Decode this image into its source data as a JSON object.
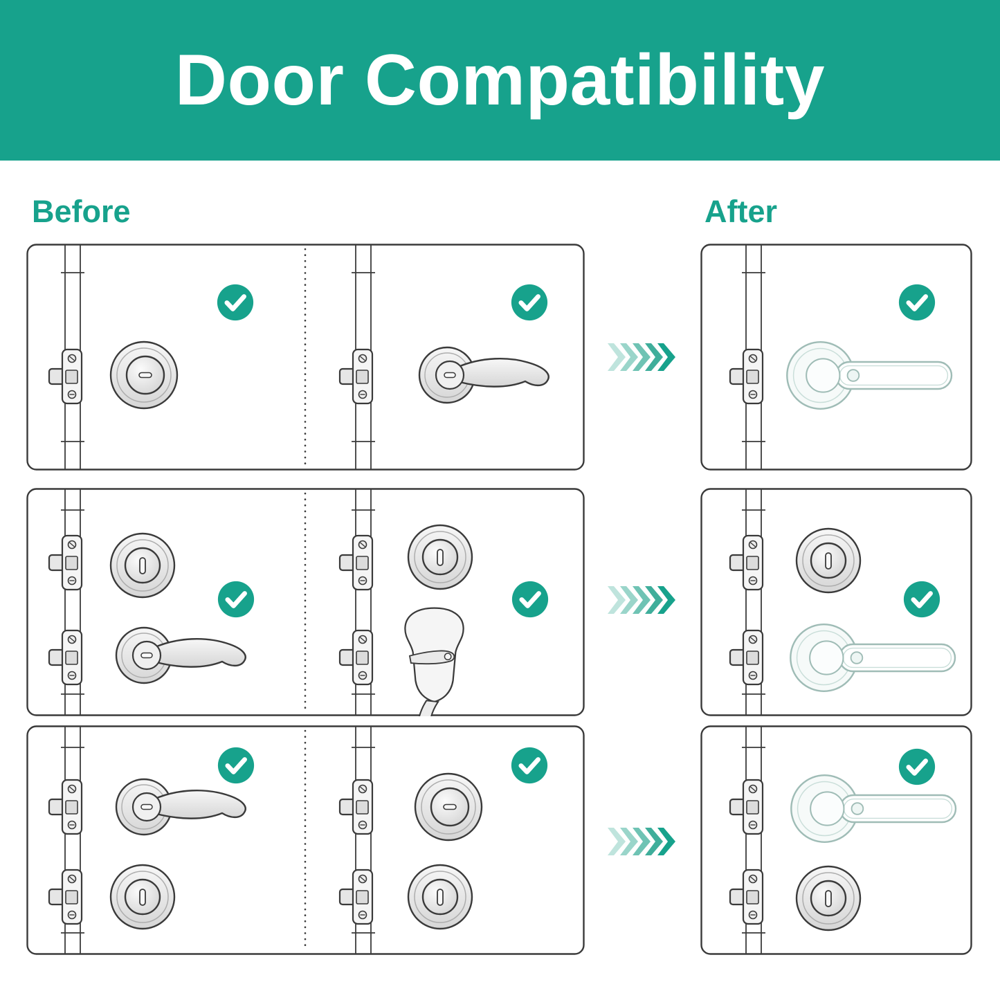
{
  "header": {
    "title": "Door Compatibility",
    "background_color": "#17A28C",
    "text_color": "#FFFFFF"
  },
  "labels": {
    "before": "Before",
    "after": "After"
  },
  "colors": {
    "accent_teal": "#17A28C",
    "line_art": "#3a3a3a",
    "smart_handle_outline": "#9fbcb6",
    "chevron_shades": [
      "#bfe4dd",
      "#9ad5ca",
      "#6fc3b4",
      "#3fae9b",
      "#17A28C"
    ]
  },
  "icons": [
    "check-circle-icon",
    "chevron-right-arrows-icon",
    "latch-icon",
    "door-knob-icon",
    "lever-handle-icon",
    "deadbolt-icon",
    "handleset-icon",
    "smart-lever-icon"
  ],
  "rows": [
    {
      "before": [
        {
          "hardware": "round door knob with latch",
          "status": "check"
        },
        {
          "hardware": "lever handle with latch",
          "status": "check"
        }
      ],
      "after": {
        "hardware": "smart fingerprint lever handle",
        "status": "check"
      }
    },
    {
      "before": [
        {
          "hardware": "deadbolt above lever handle",
          "status": "check"
        },
        {
          "hardware": "deadbolt above handleset",
          "status": "check"
        }
      ],
      "after": {
        "hardware": "deadbolt above smart fingerprint lever handle",
        "status": "check"
      }
    },
    {
      "before": [
        {
          "hardware": "lever handle above deadbolt",
          "status": "check"
        },
        {
          "hardware": "door knob above deadbolt",
          "status": "check"
        }
      ],
      "after": {
        "hardware": "smart fingerprint lever handle above deadbolt",
        "status": "check"
      }
    }
  ]
}
